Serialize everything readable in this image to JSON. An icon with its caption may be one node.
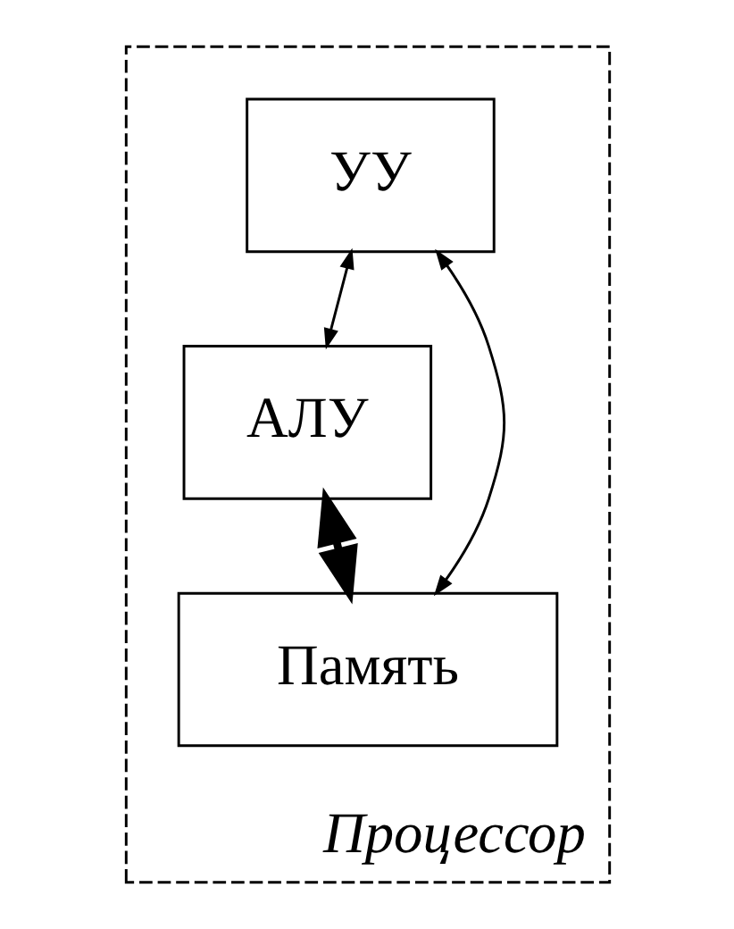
{
  "diagram": {
    "nodes": [
      {
        "text": [
          "Процессор"
        ]
      },
      {
        "text": [
          "УУ"
        ],
        "in": 0
      },
      {
        "text": [
          "АЛУ"
        ],
        "in": 0
      },
      {
        "text": [
          "Память"
        ],
        "in": 0
      }
    ],
    "edges": [
      {
        "from": 1,
        "to": 2,
        "arrow": "both"
      },
      {
        "from": 1,
        "to": 3,
        "arrow": "both"
      },
      {
        "from": 2,
        "to": 3,
        "arrow": "both",
        "style": "thick"
      }
    ]
  }
}
